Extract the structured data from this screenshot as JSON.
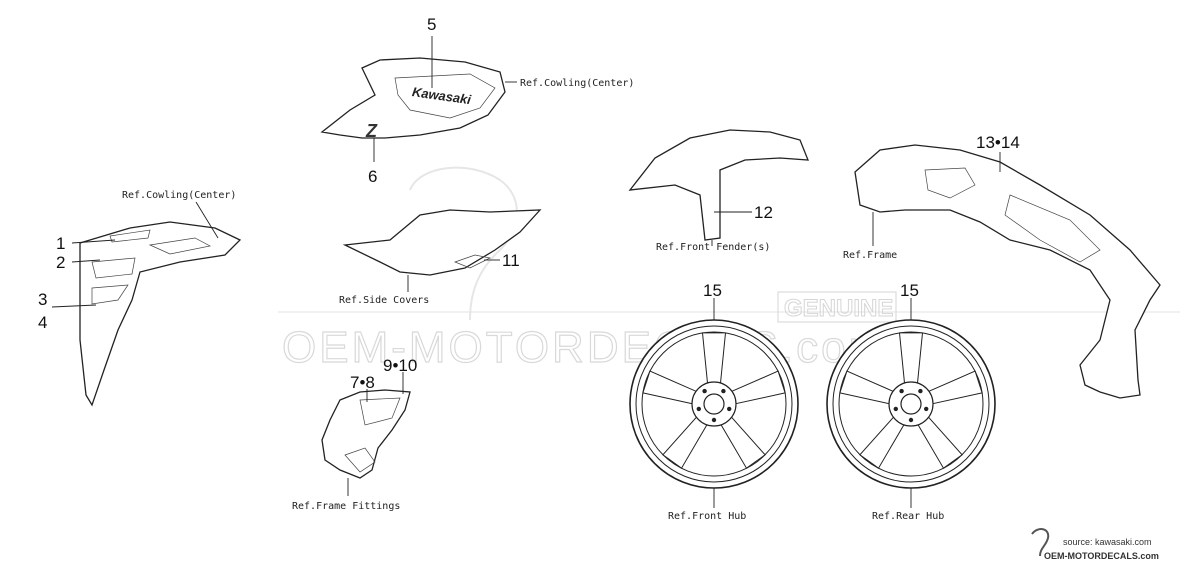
{
  "watermark": {
    "site": "OEM-MOTORDECALS.com",
    "badge": "GENUINE"
  },
  "callouts": {
    "c1": "1",
    "c2": "2",
    "c3": "3",
    "c4": "4",
    "c5": "5",
    "c6": "6",
    "c7_8": "7•8",
    "c9_10": "9•10",
    "c11": "11",
    "c12": "12",
    "c13_14": "13•14",
    "c15_front": "15",
    "c15_rear": "15"
  },
  "refs": {
    "cowling_center_top": "Ref.Cowling(Center)",
    "cowling_center_left": "Ref.Cowling(Center)",
    "side_covers": "Ref.Side Covers",
    "frame_fittings": "Ref.Frame Fittings",
    "front_fender": "Ref.Front Fender(s)",
    "frame": "Ref.Frame",
    "front_hub": "Ref.Front Hub",
    "rear_hub": "Ref.Rear Hub"
  },
  "decals": {
    "brand": "Kawasaki",
    "model_letter": "Z"
  },
  "footer": {
    "source": "source: kawasaki.com",
    "site": "OEM-MOTORDECALS.com"
  }
}
